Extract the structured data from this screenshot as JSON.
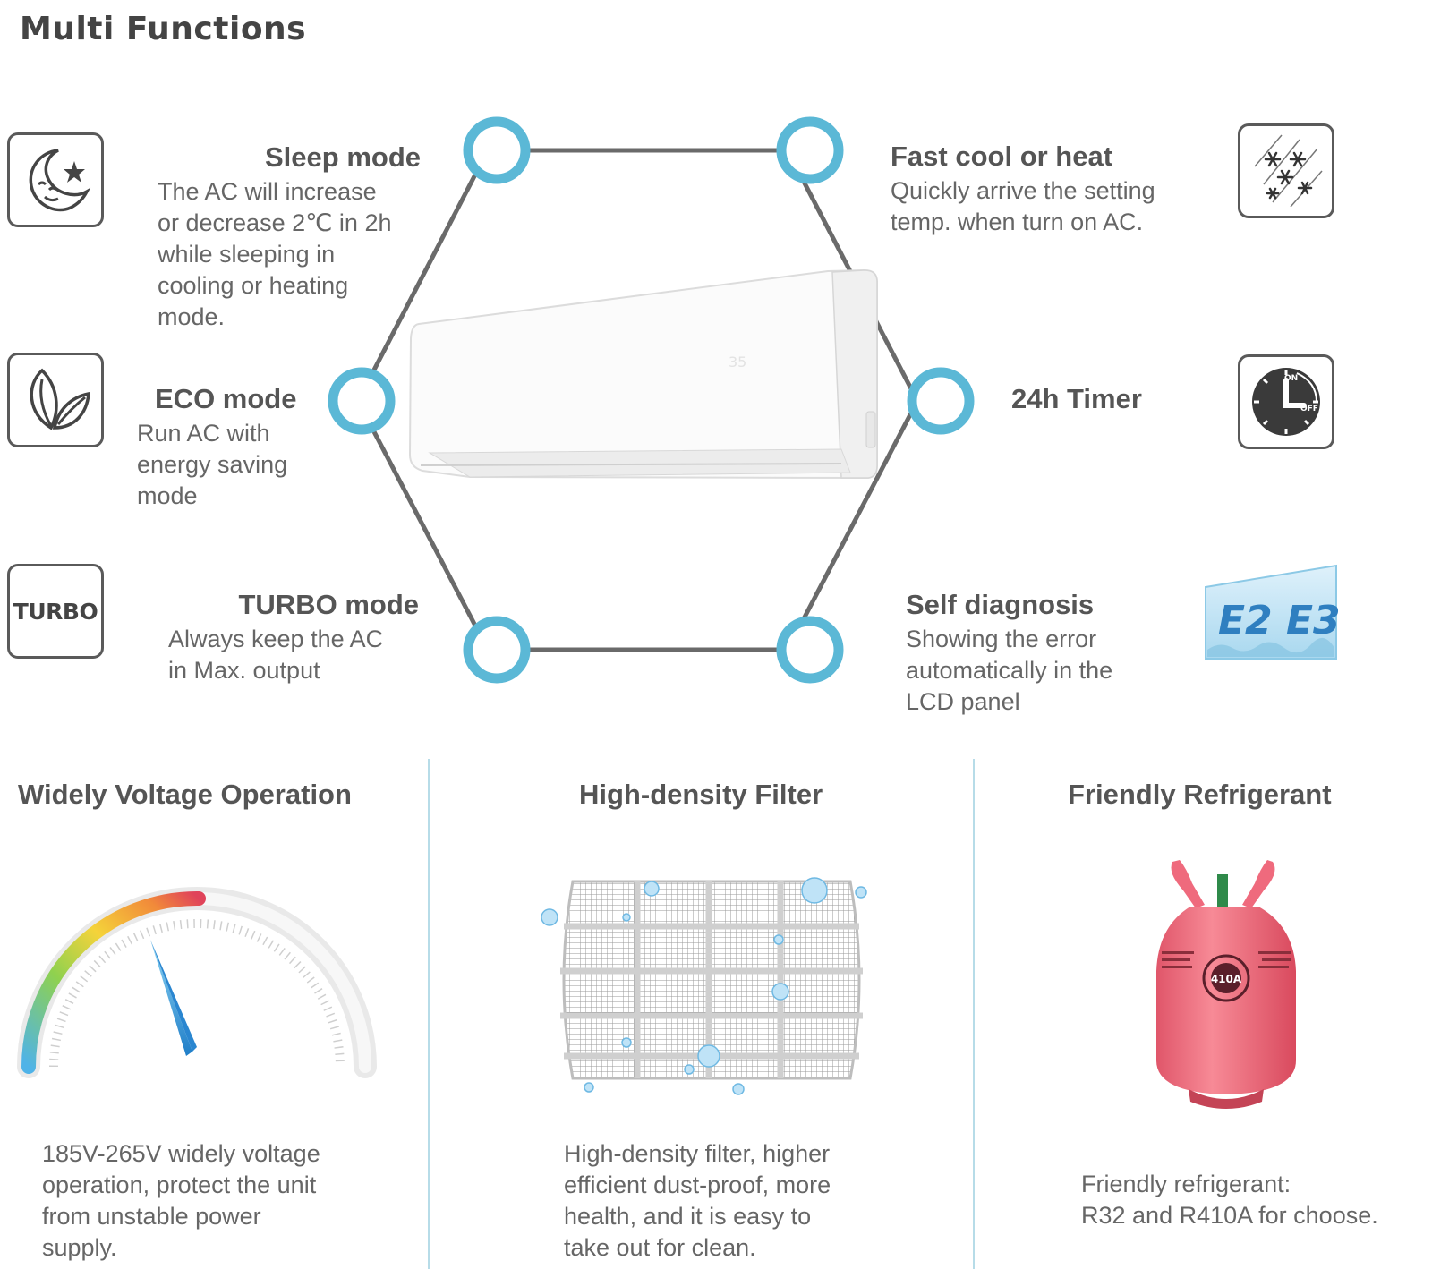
{
  "page": {
    "title": "Multi Functions"
  },
  "features": {
    "sleep": {
      "title": "Sleep mode",
      "desc": "The AC will increase\nor decrease 2℃ in 2h\nwhile sleeping in\ncooling or heating\nmode.",
      "icon": "moon-star-icon"
    },
    "eco": {
      "title": "ECO mode",
      "desc": "Run AC with\nenergy saving\nmode",
      "icon": "leaves-icon"
    },
    "turbo": {
      "title": "TURBO mode",
      "desc": "Always keep the AC\nin Max. output",
      "icon_label": "TURBO"
    },
    "fast": {
      "title": "Fast cool or heat",
      "desc": "Quickly arrive the setting\ntemp. when turn on AC.",
      "icon": "snowflakes-icon"
    },
    "timer": {
      "title": "24h Timer",
      "icon": "clock-icon",
      "on_label": "ON",
      "off_label": "OFF"
    },
    "diagnosis": {
      "title": "Self diagnosis",
      "desc": "Showing the error\nautomatically in the\nLCD panel",
      "codes": "E2 E3"
    }
  },
  "bottom": {
    "voltage": {
      "title": "Widely Voltage Operation",
      "desc": "185V-265V widely voltage\noperation, protect the unit\nfrom unstable power\nsupply.",
      "icon": "gauge-icon"
    },
    "filter": {
      "title": "High-density Filter",
      "desc": "High-density filter, higher\nefficient dust-proof, more\nhealth, and it is easy to\ntake out for clean.",
      "icon": "filter-mesh-icon"
    },
    "refrigerant": {
      "title": "Friendly Refrigerant",
      "desc": "Friendly refrigerant:\nR32 and R410A for choose.",
      "cylinder_label": "410A",
      "icon": "refrigerant-cylinder-icon"
    }
  },
  "colors": {
    "accent": "#5bb8d6",
    "line": "#6a6a6a",
    "text": "#666666",
    "cylinder": "#f27c8a",
    "divider": "#b7dce8"
  }
}
